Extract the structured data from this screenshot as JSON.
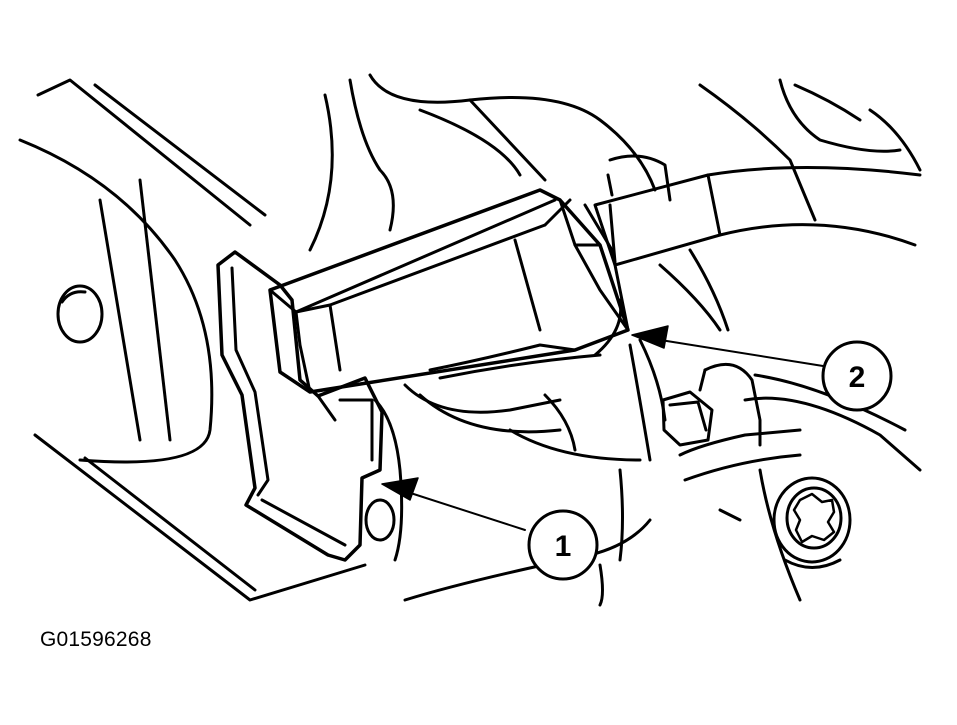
{
  "figure": {
    "id": "G01596268"
  },
  "callouts": [
    {
      "number": "1"
    },
    {
      "number": "2"
    }
  ],
  "colors": {
    "ink": "#000000",
    "paper": "#ffffff"
  }
}
